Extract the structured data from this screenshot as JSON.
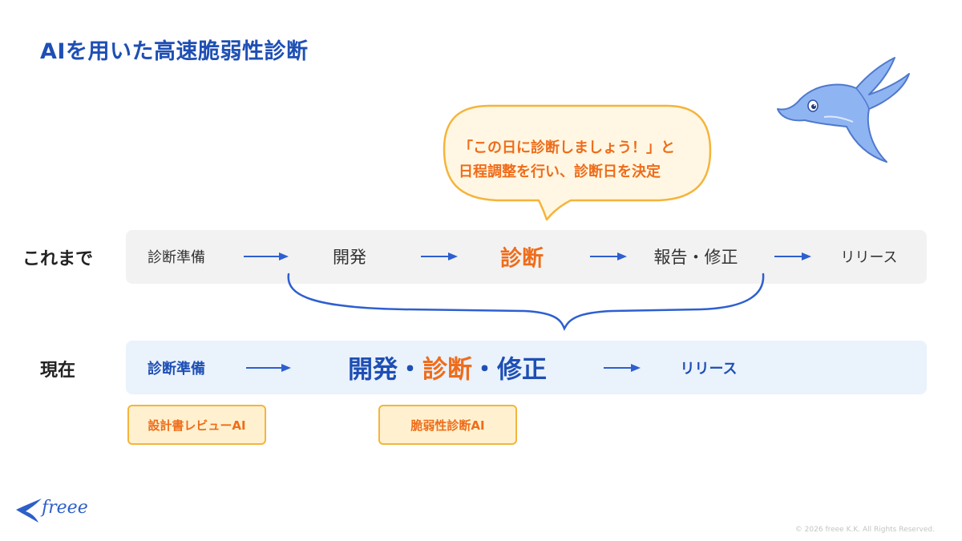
{
  "title": "AIを用いた高速脆弱性診断",
  "bubble": {
    "line1": "「この日に診断しましょう！」と",
    "line2": "日程調整を行い、診断日を決定"
  },
  "before": {
    "label": "これまで",
    "steps": [
      "診断準備",
      "開発",
      "診断",
      "報告・修正",
      "リリース"
    ]
  },
  "now": {
    "label": "現在",
    "prep": "診断準備",
    "combined": {
      "part1": "開発・",
      "part2": "診断",
      "part3": "・修正"
    },
    "release": "リリース"
  },
  "tags": [
    "設計書レビューAI",
    "脆弱性診断AI"
  ],
  "footer": {
    "logo": "freee",
    "copyright": "© 2026 freee K.K. All Rights Reserved."
  },
  "colors": {
    "brand_blue": "#1e4fb4",
    "accent_orange": "#ef6c1a",
    "bubble_border": "#f5b43b",
    "arrow_blue": "#2d5fd0"
  },
  "icons": [
    "bird-mascot-icon",
    "freee-logo-icon",
    "arrow-right-icon"
  ]
}
